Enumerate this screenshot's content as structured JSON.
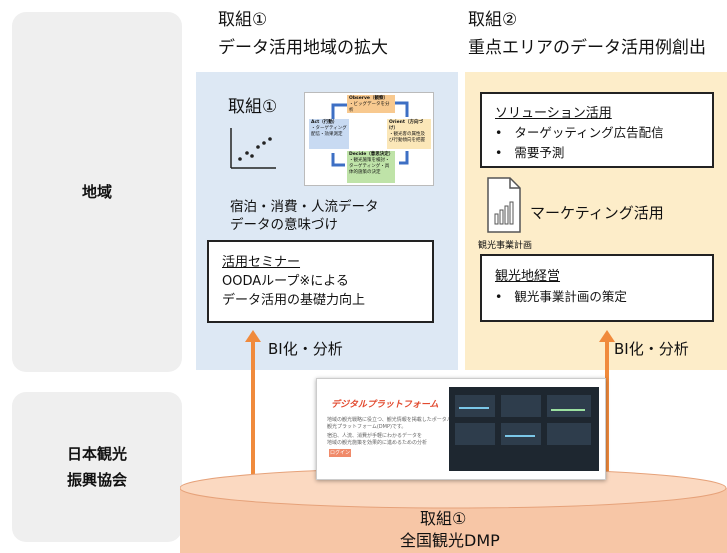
{
  "left_labels": {
    "region": "地域",
    "jnto_line1": "日本観光",
    "jnto_line2": "振興協会"
  },
  "column1": {
    "heading_line1": "取組①",
    "heading_line2": "データ活用地域の拡大",
    "panel_title": "取組①",
    "caption_line1": "宿泊・消費・人流データ",
    "caption_line2": "データの意味づけ",
    "seminar_title": "活用セミナー",
    "seminar_line2": "OODAループ※による",
    "seminar_line3": "データ活用の基礎力向上",
    "bi_label": "BI化・分析"
  },
  "ooda": {
    "observe_title": "Observe（観察）",
    "observe_body": "・ビッグデータを分析",
    "orient_title": "Orient（方向づけ）",
    "orient_body": "・観光客の属性及び行動傾向を把握",
    "decide_title": "Decide（意思決定）",
    "decide_body": "・観光施策を検討・ターゲティング・具体的施策の決定",
    "act_title": "Act（行動）",
    "act_body": "・ターゲティング配信・効果測定"
  },
  "column2": {
    "heading_line1": "取組②",
    "heading_line2": "重点エリアのデータ活用例創出",
    "solution_title": "ソリューション活用",
    "solution_items": [
      "ターゲッティング広告配信",
      "需要予測"
    ],
    "marketing_label": "マーケティング活用",
    "doc_caption": "観光事業計画",
    "mgmt_title": "観光地経営",
    "mgmt_items": [
      "観光事業計画の策定"
    ],
    "bi_label": "BI化・分析",
    "bullet": "•"
  },
  "platform_screen": {
    "logo_text": "デジタルプラットフォーム",
    "desc_line1": "地域の観光戦略に役立つ、観光情報を掲載したポータル",
    "desc_line2": "観光プラットフォーム(DMP)です。",
    "desc_line3": "宿泊、人流、消費が手軽にわかるデータを",
    "desc_line4": "地域の観光施策を効果的に進めるための分析",
    "button_label": "ログイン"
  },
  "dmp": {
    "line1": "取組①",
    "line2": "全国観光DMP"
  },
  "colors": {
    "side_gray": "#efefef",
    "blue_panel": "#dde8f4",
    "orange_panel": "#fdedc9",
    "arrow": "#f08a3c",
    "cylinder": "#f7c6a6"
  }
}
